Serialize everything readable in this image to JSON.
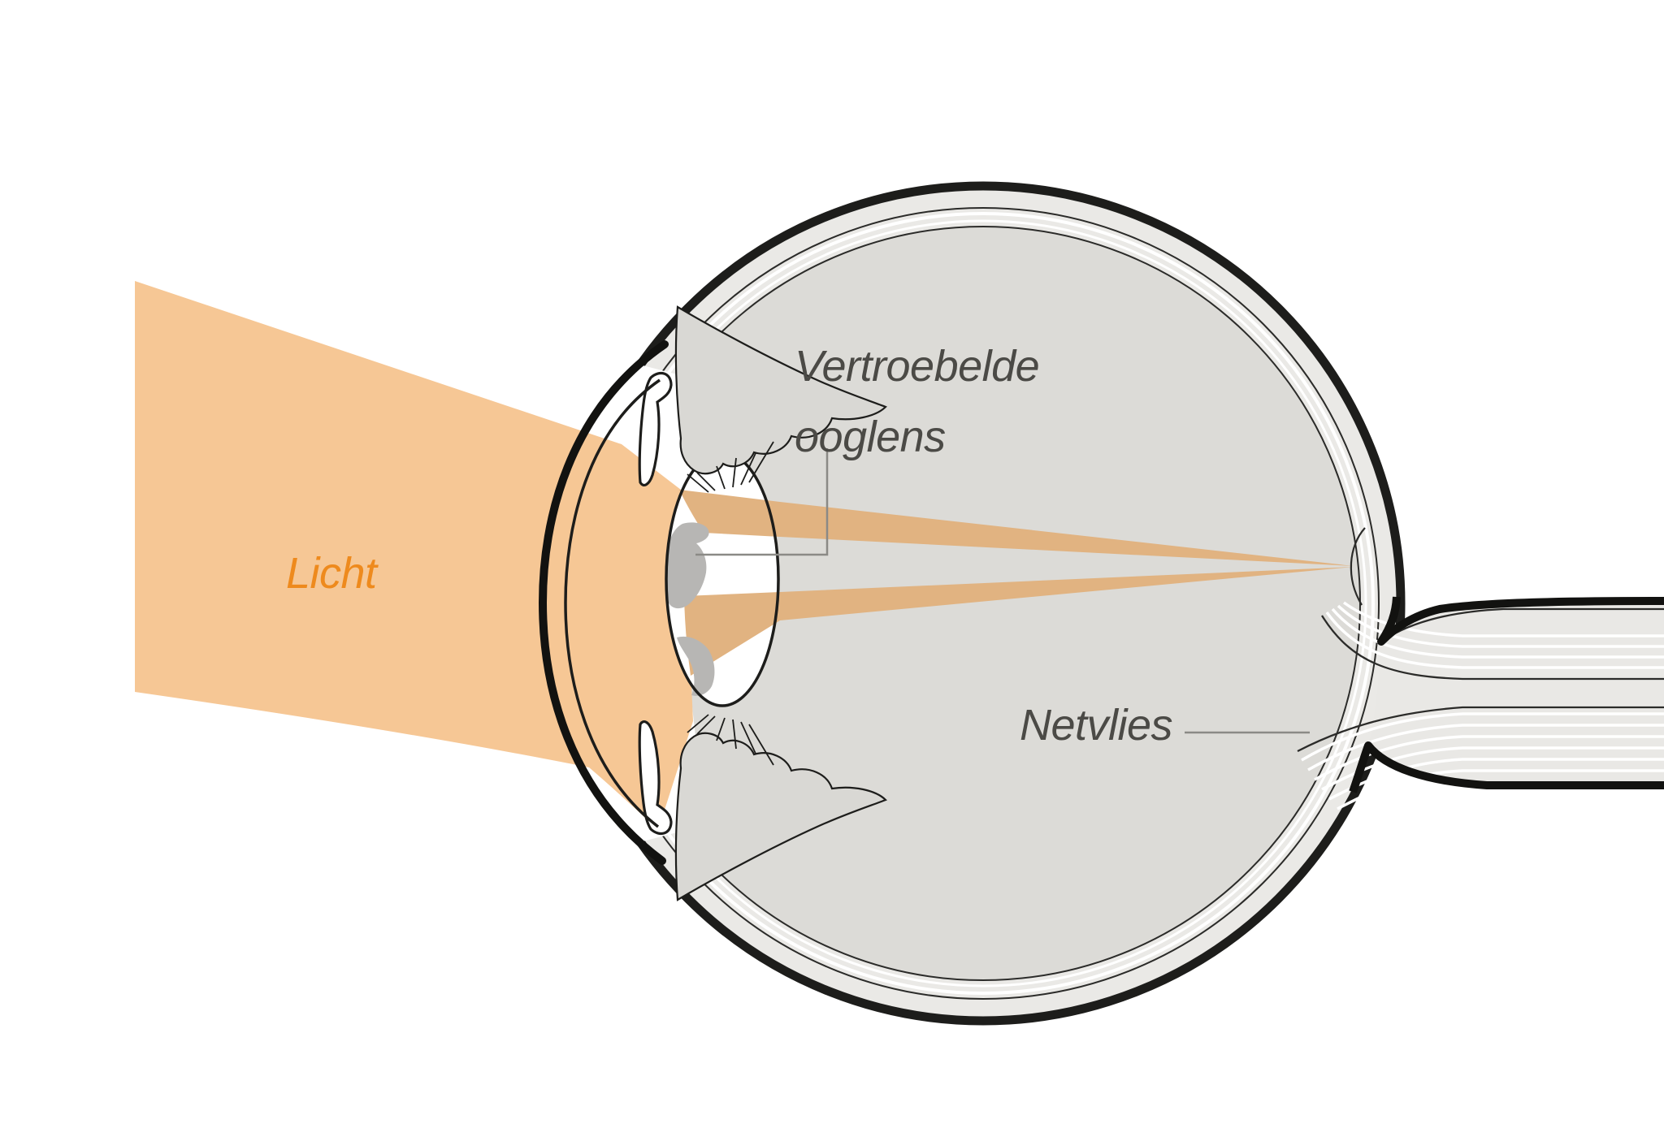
{
  "figure": {
    "title_semantic": "eye-cataract-diagram",
    "labels": {
      "light": "Licht",
      "lens_line1": "Vertroebelde",
      "lens_line2": "ooglens",
      "retina": "Netvlies"
    },
    "colors": {
      "beam": "#f6c795",
      "beam_focused": "#e1b381",
      "light_label": "#ee8a1d",
      "label_text": "#4b4a46",
      "leader_line": "#8b8a86",
      "outline": "#1d1d1b",
      "eye_ring": "#eae9e6",
      "eye_interior": "#dcdbd7",
      "clouding": "#b7b6b4"
    }
  }
}
